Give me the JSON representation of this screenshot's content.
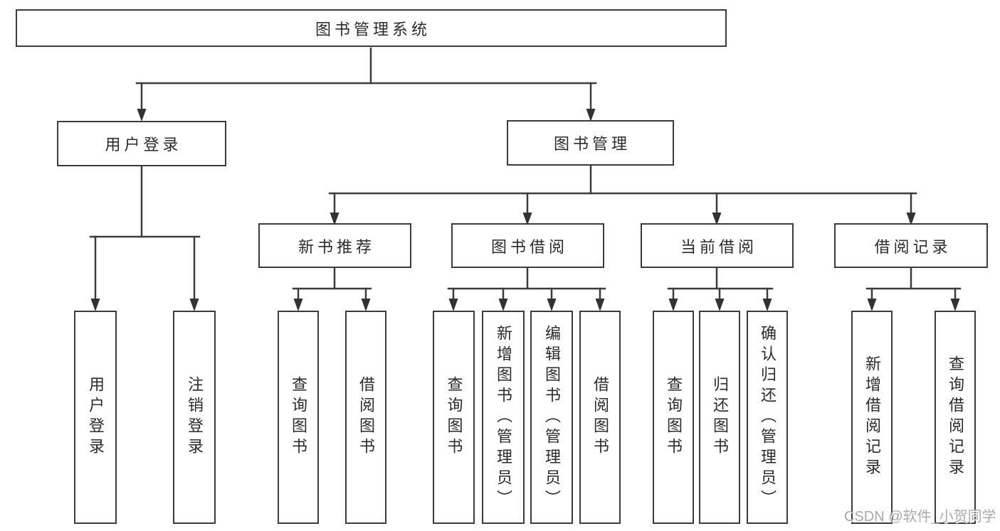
{
  "diagram": {
    "root": {
      "label": "图书管理系统"
    },
    "level2": {
      "user_login": {
        "label": "用户登录"
      },
      "book_mgmt": {
        "label": "图书管理"
      }
    },
    "level3": {
      "new_book": {
        "label": "新书推荐"
      },
      "book_borrow": {
        "label": "图书借阅"
      },
      "current_borrow": {
        "label": "当前借阅"
      },
      "borrow_record": {
        "label": "借阅记录"
      }
    },
    "leaves": {
      "login": [
        "用户登录",
        "注销登录"
      ],
      "new_book": [
        "查询图书",
        "借阅图书"
      ],
      "book_borrow": [
        "查询图书",
        "新增图书（管理员）",
        "编辑图书（管理员）",
        "借阅图书"
      ],
      "current_borrow": [
        "查询图书",
        "归还图书",
        "确认归还（管理员）"
      ],
      "borrow_record": [
        "新增借阅记录",
        "查询借阅记录"
      ]
    }
  },
  "colors": {
    "line": "#3c3c3c",
    "text": "#2b2b2b",
    "watermark": "#a9a9a9",
    "background": "#ffffff"
  },
  "watermark": {
    "text": "CSDN @软件_小贺同学"
  }
}
